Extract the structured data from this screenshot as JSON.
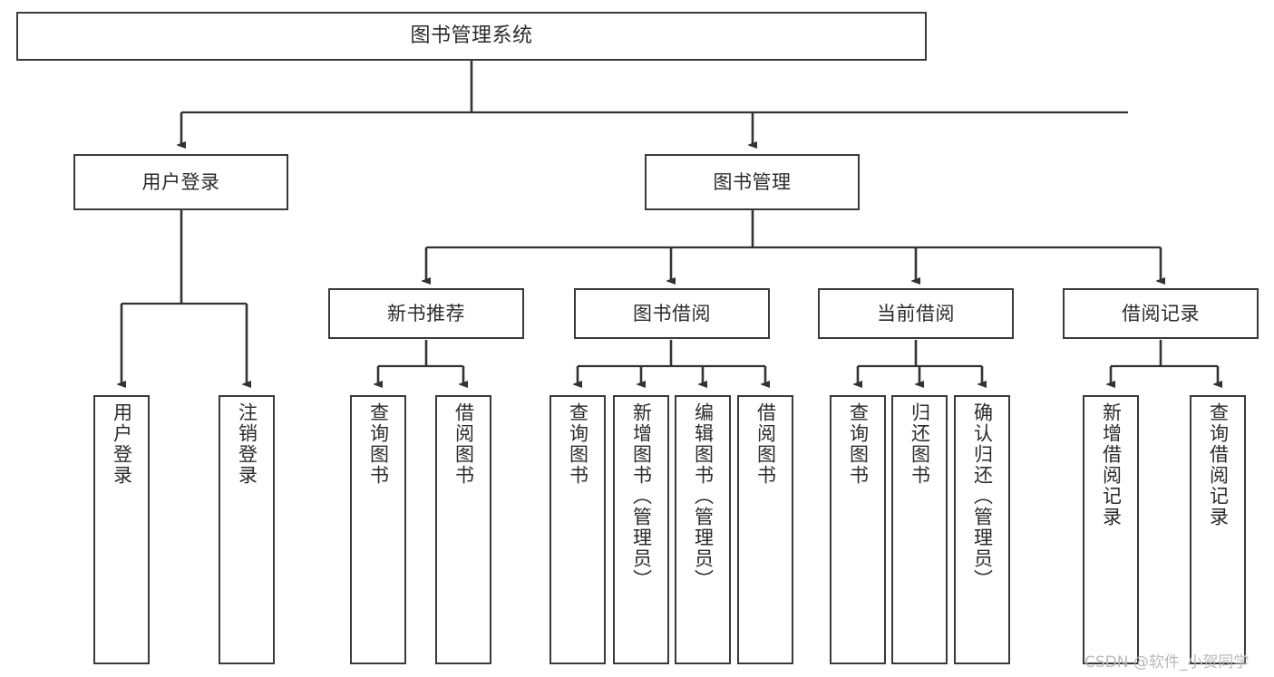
{
  "diagram": {
    "type": "tree",
    "title": "图书管理系统",
    "orientation": "top-down",
    "colors": {
      "box_border": "#3a3a3a",
      "box_fill": "#ffffff",
      "connector": "#333333",
      "text": "#2b2b2b",
      "watermark": "#b9b9b9"
    },
    "root": {
      "label": "图书管理系统"
    },
    "level2": [
      {
        "label": "用户登录"
      },
      {
        "label": "图书管理"
      }
    ],
    "level3": [
      {
        "label": "新书推荐"
      },
      {
        "label": "图书借阅"
      },
      {
        "label": "当前借阅"
      },
      {
        "label": "借阅记录"
      }
    ],
    "leaves": {
      "user_login": [
        {
          "label": "用户登录"
        },
        {
          "label": "注销登录"
        }
      ],
      "new_book": [
        {
          "label": "查询图书"
        },
        {
          "label": "借阅图书"
        }
      ],
      "book_borrow": [
        {
          "label": "查询图书"
        },
        {
          "label": "新增图书（管理员）"
        },
        {
          "label": "编辑图书（管理员）"
        },
        {
          "label": "借阅图书"
        }
      ],
      "current_borrow": [
        {
          "label": "查询图书"
        },
        {
          "label": "归还图书"
        },
        {
          "label": "确认归还（管理员）"
        }
      ],
      "borrow_record": [
        {
          "label": "新增借阅记录"
        },
        {
          "label": "查询借阅记录"
        }
      ]
    }
  },
  "watermark": {
    "text": "CSDN @软件_小贺同学"
  }
}
